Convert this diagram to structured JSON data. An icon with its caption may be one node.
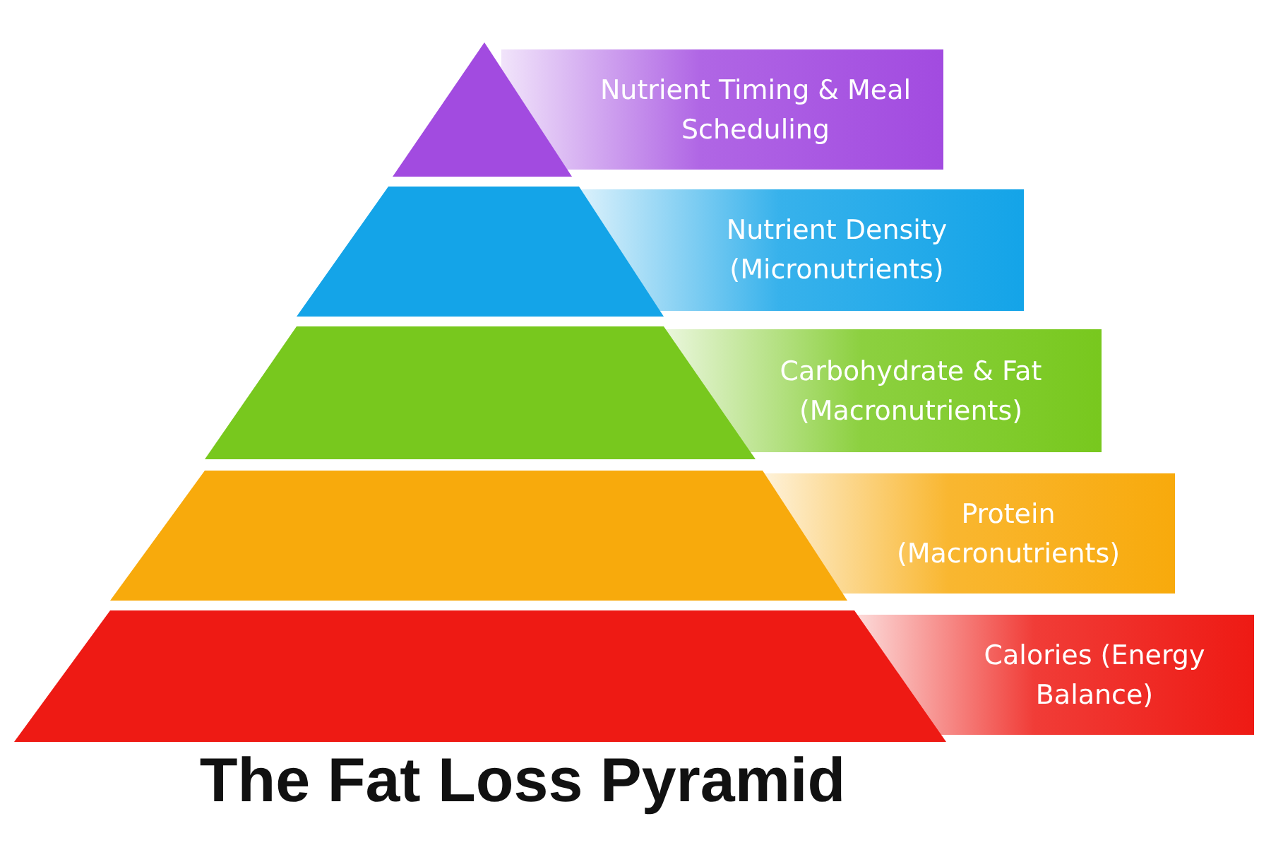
{
  "diagram": {
    "title": "The Fat Loss Pyramid",
    "nodes": [
      {
        "text": [
          "Nutrient Timing & Meal Scheduling"
        ]
      },
      {
        "text": [
          "Nutrient Density (Micronutrients)"
        ]
      },
      {
        "text": [
          "Carbohydrate & Fat (Macronutrients)"
        ]
      },
      {
        "text": [
          "Protein (Macronutrients)"
        ]
      },
      {
        "text": [
          "Calories (Energy Balance)"
        ]
      }
    ],
    "edges": []
  }
}
